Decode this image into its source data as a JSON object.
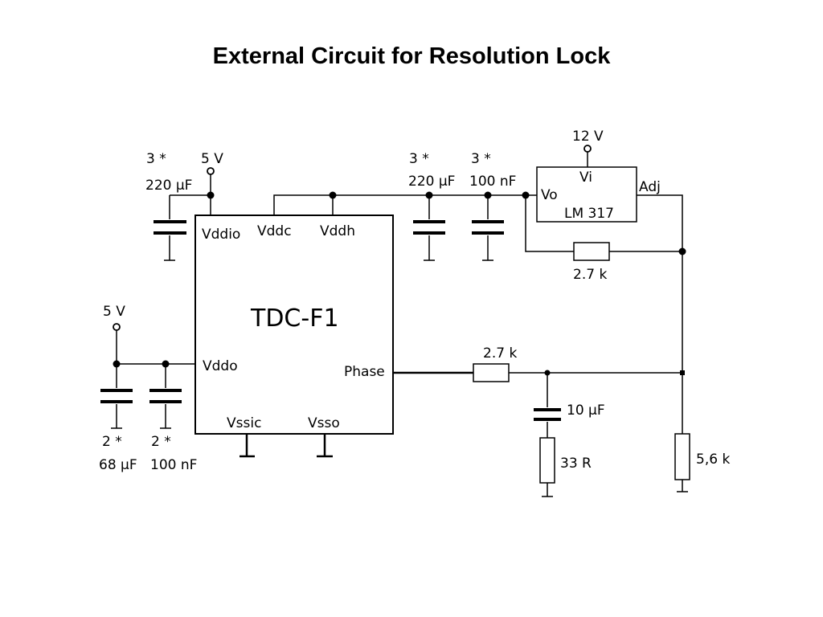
{
  "title": "External Circuit for Resolution Lock",
  "chip": {
    "name": "TDC-F1",
    "pins": {
      "vddio": "Vddio",
      "vddc": "Vddc",
      "vddh": "Vddh",
      "vddo": "Vddo",
      "phase": "Phase",
      "vssic": "Vssic",
      "vsso": "Vsso"
    }
  },
  "regulator": {
    "name": "LM 317",
    "vi": "Vi",
    "vo": "Vo",
    "adj": "Adj"
  },
  "supplies": {
    "top_5v": "5 V",
    "left_5v": "5 V",
    "v12": "12 V"
  },
  "components": {
    "c_vddio_count": "3 *",
    "c_vddio_value": "220 µF",
    "c_core_220_count": "3 *",
    "c_core_220_value": "220 µF",
    "c_core_100_count": "3 *",
    "c_core_100_value": "100 nF",
    "c_vddo_68_count": "2 *",
    "c_vddo_68_value": "68 µF",
    "c_vddo_100_count": "2 *",
    "c_vddo_100_value": "100 nF",
    "r_feedback": "2.7 k",
    "r_phase": "2.7 k",
    "c_filter": "10 µF",
    "r_damp": "33 R",
    "r_adj": "5,6 k"
  }
}
